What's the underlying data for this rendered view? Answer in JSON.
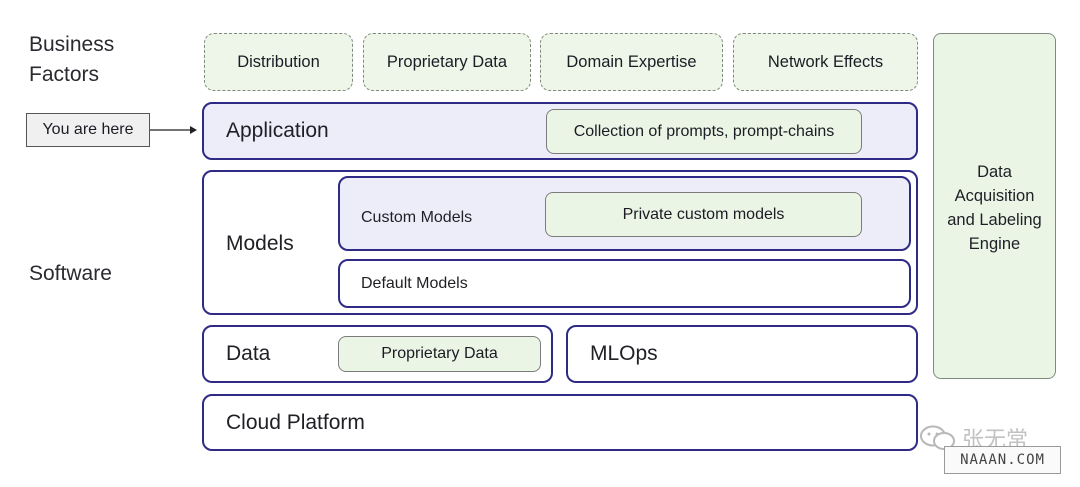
{
  "labels": {
    "business_factors": "Business\nFactors",
    "software": "Software",
    "you_are_here": "You are here"
  },
  "business_factors": [
    "Distribution",
    "Proprietary Data",
    "Domain Expertise",
    "Network Effects"
  ],
  "layers": {
    "application": {
      "title": "Application",
      "pill": "Collection of prompts, prompt-chains"
    },
    "models": {
      "title": "Models",
      "custom": {
        "title": "Custom Models",
        "pill": "Private custom models"
      },
      "default": {
        "title": "Default Models"
      }
    },
    "data": {
      "title": "Data",
      "pill": "Proprietary Data"
    },
    "mlops": {
      "title": "MLOps"
    },
    "cloud": {
      "title": "Cloud Platform"
    }
  },
  "engine": {
    "label": "Data\nAcquisition\nand Labeling\nEngine"
  },
  "watermark": {
    "brand": "张无常",
    "site": "NAAAN.COM"
  },
  "icons": {
    "arrow": "arrow-right-icon",
    "wechat": "wechat-icon"
  },
  "colors": {
    "layer_border": "#2f2a86",
    "tint_fill": "#ecedf9",
    "green_fill": "#ebf5e6"
  }
}
